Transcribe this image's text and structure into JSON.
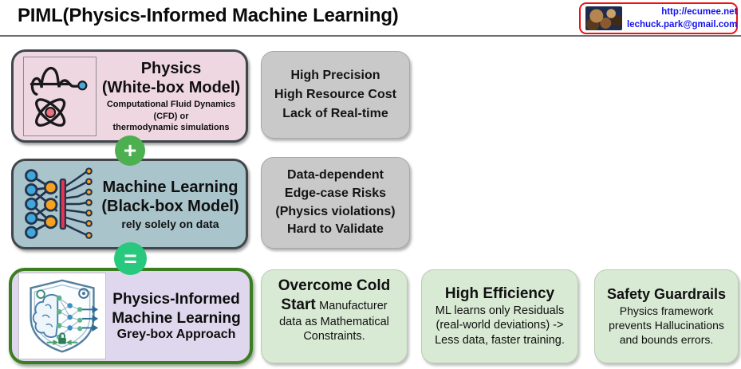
{
  "header": {
    "title": "PIML(Physics-Informed Machine Learning)",
    "contact": {
      "url": "http://ecumee.net",
      "email": "lechuck.park@gmail.com"
    }
  },
  "physics_box": {
    "title": "Physics",
    "subtitle": "(White-box Model)",
    "desc_lines": [
      "Computational Fluid Dynamics (CFD) or",
      "thermodynamic simulations"
    ]
  },
  "physics_cons": {
    "lines": [
      "High Precision",
      "High Resource Cost",
      "Lack of Real-time"
    ]
  },
  "ml_box": {
    "title": "Machine Learning",
    "subtitle": "(Black-box Model)",
    "desc": "rely solely on data"
  },
  "ml_cons": {
    "lines": [
      "Data-dependent",
      "Edge-case Risks",
      "(Physics violations)",
      "Hard to Validate"
    ]
  },
  "piml_box": {
    "title_line1": "Physics-Informed",
    "title_line2": "Machine Learning",
    "subtitle": "Grey-box Approach"
  },
  "benefits": [
    {
      "title": "Overcome Cold Start",
      "desc": "Manufacturer data as Mathematical Constraints."
    },
    {
      "title": "High Efficiency",
      "desc": "ML learns only Residuals (real-world deviations) -> Less data, faster training."
    },
    {
      "title": "Safety Guardrails",
      "desc": "Physics framework prevents Hallucinations and bounds errors."
    }
  ],
  "operators": {
    "plus": "+",
    "equals": "="
  },
  "icons": [
    "physics-wave-atom-icon",
    "neural-network-icon",
    "piml-shield-brain-icon",
    "site-logo-image"
  ],
  "colors": {
    "pink_box": "#efd7e1",
    "teal_box": "#a9c4cb",
    "lavender_box": "#ded7ed",
    "gray_box": "#c9c9c9",
    "green_box": "#d8e9d4",
    "piml_border_green": "#3c7d22",
    "plus_green": "#4caf50",
    "equals_green": "#28c87d",
    "contact_border_red": "#ee1111",
    "contact_text_blue": "#1512f0"
  }
}
